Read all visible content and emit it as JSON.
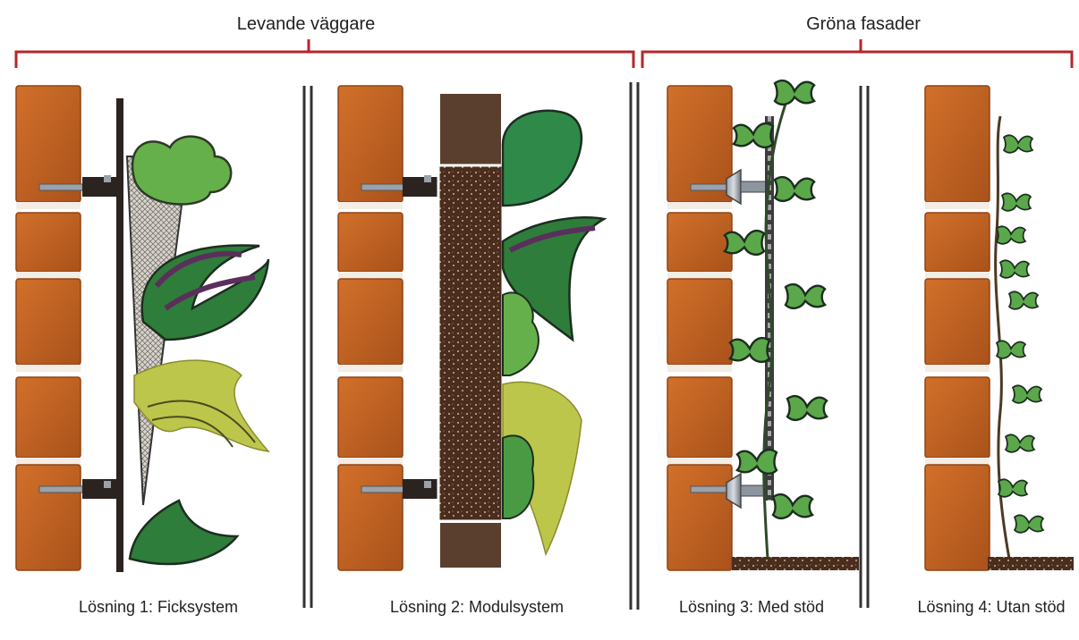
{
  "groups": [
    {
      "title": "Levande väggare"
    },
    {
      "title": "Gröna fasader"
    }
  ],
  "solutions": [
    {
      "caption": "Lösning 1: Ficksystem"
    },
    {
      "caption": "Lösning 2: Modulsystem"
    },
    {
      "caption": "Lösning 3: Med stöd"
    },
    {
      "caption": "Lösning 4: Utan stöd"
    }
  ],
  "colors": {
    "bracket": "#b5262b",
    "brick": "#c0631f",
    "brick_dark": "#8f4414",
    "mortar": "#f3ede6",
    "leaf_dark": "#2f7d3a",
    "leaf_light": "#5aa84a",
    "leaf_lime": "#b9c44a",
    "leaf_purple": "#5a2f5c",
    "soil": "#4a2c1c",
    "divider": "#333333"
  }
}
